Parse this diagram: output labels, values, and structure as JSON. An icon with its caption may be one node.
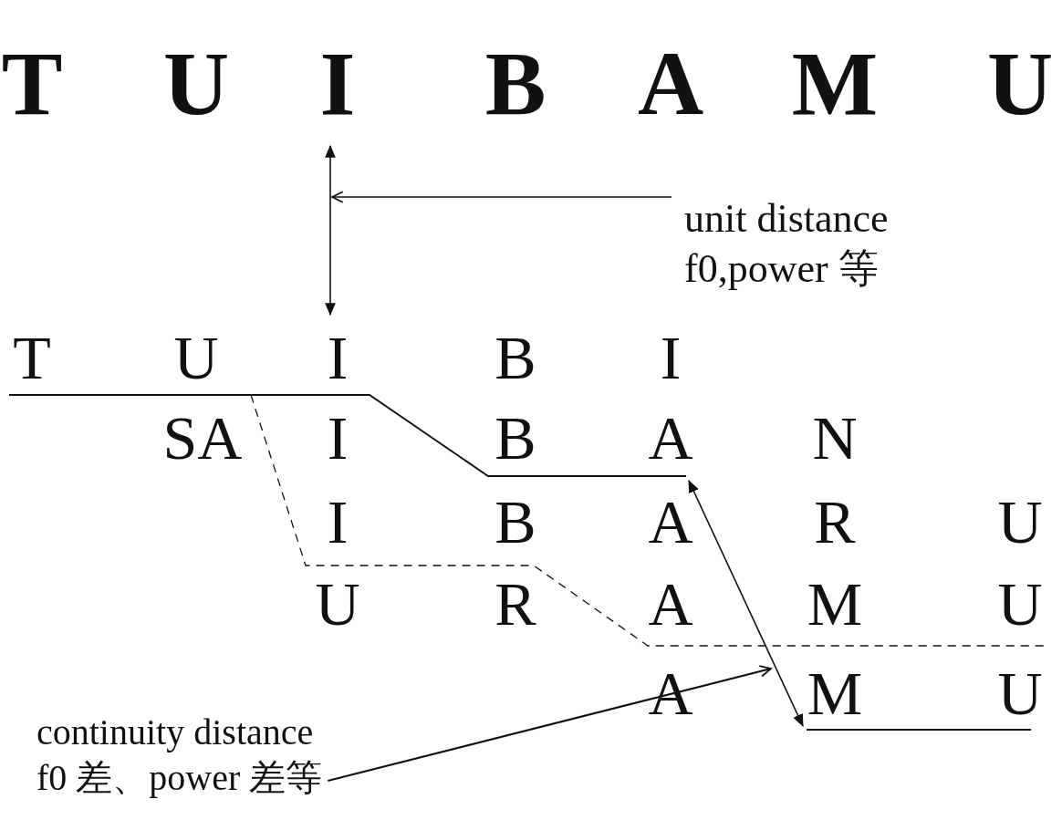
{
  "diagram": {
    "nodes": [
      {
        "text": [
          "unit distance",
          "f0,power 等"
        ]
      },
      {
        "text": [
          "continuity distance",
          "f0 差、power 差等"
        ]
      }
    ],
    "edges": [
      {
        "from": 0,
        "to": null,
        "arrow": "to"
      },
      {
        "from": 1,
        "to": null,
        "arrow": "to"
      }
    ],
    "labels": [
      "T",
      "U",
      "I",
      "B",
      "A",
      "M",
      "U",
      "T",
      "U",
      "I",
      "B",
      "I",
      "SA",
      "I",
      "B",
      "A",
      "N",
      "I",
      "B",
      "A",
      "R",
      "U",
      "U",
      "R",
      "A",
      "M",
      "U",
      "A",
      "M",
      "U"
    ]
  }
}
